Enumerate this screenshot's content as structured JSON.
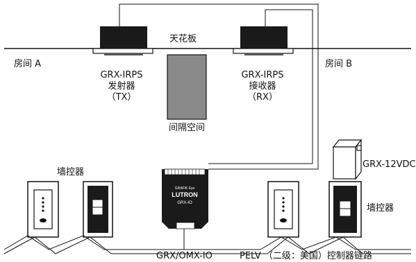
{
  "ceiling_label": "天花板",
  "room_a_label": "房间 A",
  "room_b_label": "房间 B",
  "transmitter": {
    "model": "GRX-IRPS",
    "name": "发射器",
    "code": "（TX）"
  },
  "receiver": {
    "model": "GRX-IRPS",
    "name": "接收器",
    "code": "（RX）"
  },
  "partition_label": "间隔空间",
  "power_supply_label": "GRX-12VDC",
  "wall_control_left_label": "墙控器",
  "wall_control_right_label": "墙控器",
  "interface_label": "GRX/OMX-IO",
  "link_label": "PELV （二级：美国）控制器链路",
  "module": {
    "brand_small": "GRAFIK Eye",
    "brand": "LUTRON",
    "model": "GRX-IO"
  },
  "colors": {
    "line": "#111111",
    "device_dark": "#1a1a1a",
    "partition_fill": "#8a8a8a",
    "wallplate_fill": "#ffffff",
    "ps_fill": "#ffffff"
  }
}
